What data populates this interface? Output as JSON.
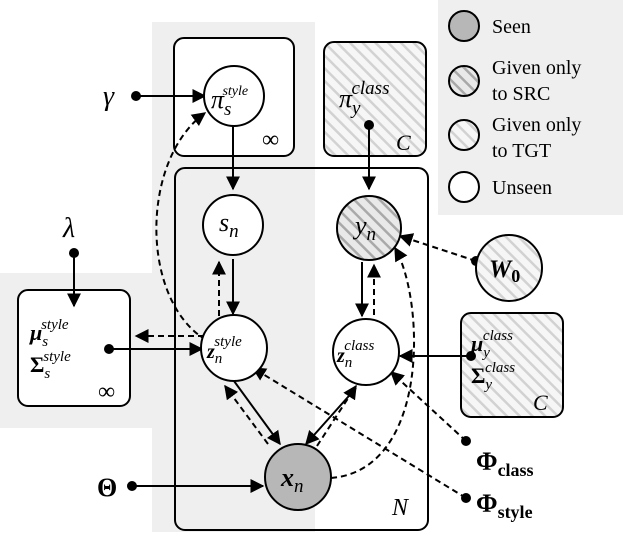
{
  "legend": {
    "seen": "Seen",
    "given_src_line1": "Given only",
    "given_src_line2": "to SRC",
    "given_tgt_line1": "Given only",
    "given_tgt_line2": "to TGT",
    "unseen": "Unseen"
  },
  "colors": {
    "seen_fill": "#b7b7b7",
    "panel_bg": "#efefef",
    "hatch_src": "#a9a9a9",
    "hatch_tgt": "#d2d2d2"
  },
  "params": {
    "gamma": "γ",
    "lambda": "λ",
    "theta": "Θ",
    "w0": "W",
    "w0_sub": "0",
    "phi": "Φ",
    "phi_class_sub": "class",
    "phi_style_sub": "style"
  },
  "nodes": {
    "pi_style_base": "π",
    "pi_style_sub": "s",
    "pi_style_sup": "style",
    "pi_class_base": "π",
    "pi_class_sub": "y",
    "pi_class_sup": "class",
    "s_n_base": "s",
    "s_n_sub": "n",
    "y_n_base": "y",
    "y_n_sub": "n",
    "z_style_base": "z",
    "z_style_sub": "n",
    "z_style_sup": "style",
    "z_class_base": "z",
    "z_class_sub": "n",
    "z_class_sup": "class",
    "x_n_base": "x",
    "x_n_sub": "n"
  },
  "style_params": {
    "mu": "μ",
    "mu_sub": "s",
    "mu_sup": "style",
    "sigma": "Σ",
    "sigma_sub": "s",
    "sigma_sup": "style"
  },
  "class_params": {
    "mu": "μ",
    "mu_sub": "y",
    "mu_sup": "class",
    "sigma": "Σ",
    "sigma_sub": "y",
    "sigma_sup": "class"
  },
  "plates": {
    "infinity_pi": "∞",
    "infinity_mu": "∞",
    "c_pi": "C",
    "c_mu": "C",
    "n": "N"
  }
}
